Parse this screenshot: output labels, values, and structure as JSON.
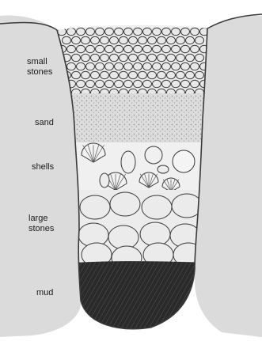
{
  "labels": {
    "small_stones_line1": "small",
    "small_stones_line2": "stones",
    "sand": "sand",
    "shells": "shells",
    "large_stones_line1": "large",
    "large_stones_line2": "stones",
    "mud": "mud"
  },
  "colors": {
    "soil_gray": "#c9c9c9",
    "outline": "#3a3a3a",
    "stone_fill": "#e6e6e6",
    "sand_fill": "#d8d8d8",
    "mud_fill": "#2e2e2e",
    "label_text": "#1a1a1a"
  }
}
